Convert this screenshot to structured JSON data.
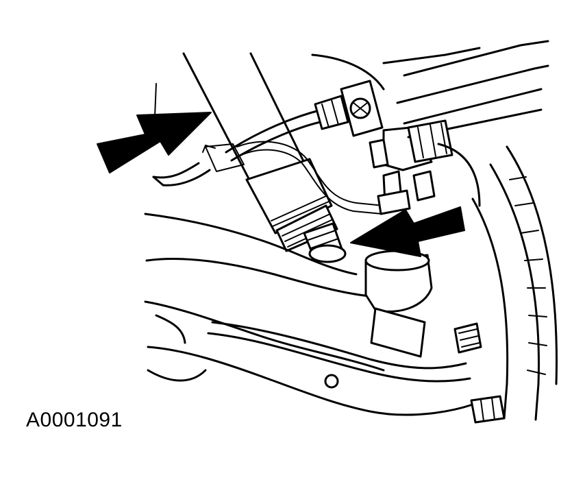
{
  "figure": {
    "id_label": "A0001091",
    "line_color": "#000000",
    "background_color": "#ffffff",
    "callouts": [
      "arrow-pointer-left",
      "arrow-pointer-right"
    ]
  }
}
